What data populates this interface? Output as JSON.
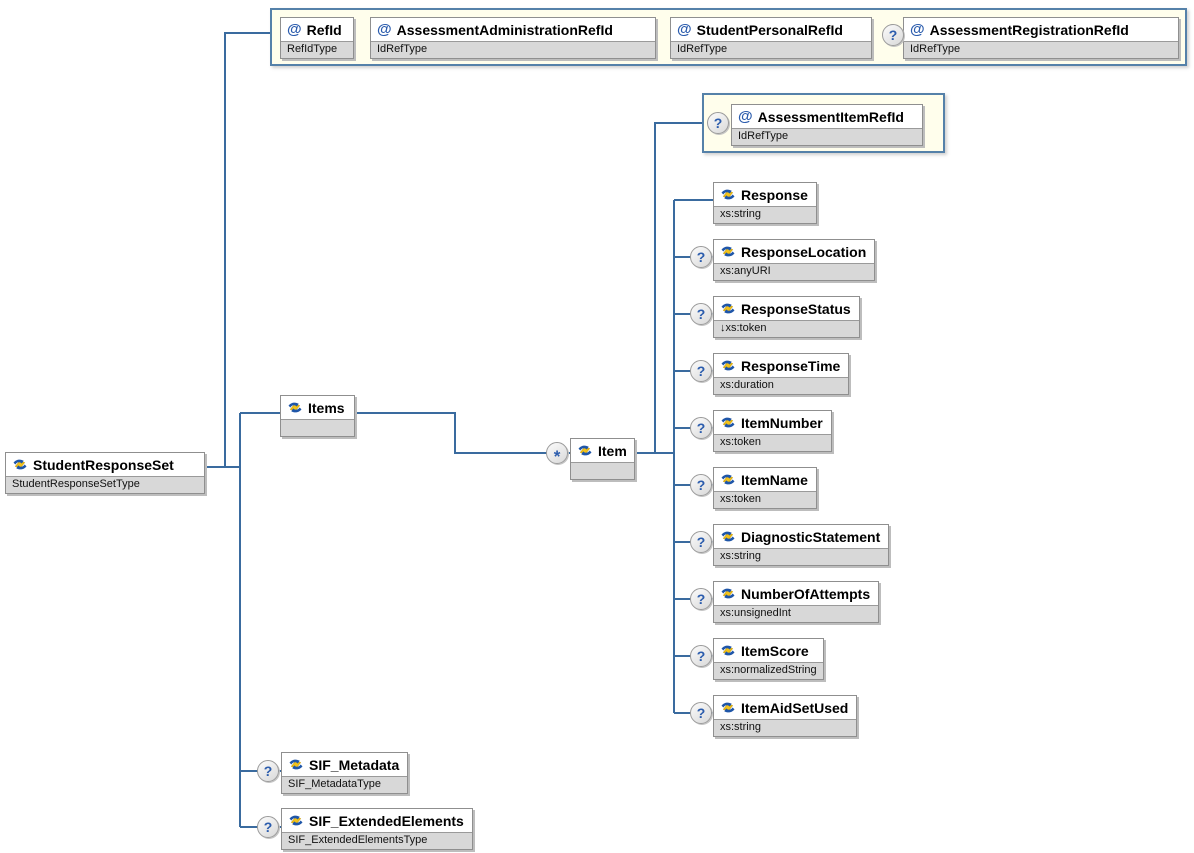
{
  "indicators": {
    "optional": "?",
    "repeat": "*"
  },
  "attribute_marker": "@",
  "root": {
    "name": "StudentResponseSet",
    "type": "StudentResponseSetType"
  },
  "root_attributes": [
    {
      "name": "RefId",
      "type": "RefIdType",
      "optional": false
    },
    {
      "name": "AssessmentAdministrationRefId",
      "type": "IdRefType",
      "optional": false
    },
    {
      "name": "StudentPersonalRefId",
      "type": "IdRefType",
      "optional": false
    },
    {
      "name": "AssessmentRegistrationRefId",
      "type": "IdRefType",
      "optional": true
    }
  ],
  "items_group": {
    "name": "Items"
  },
  "item_element": {
    "name": "Item",
    "occurrence": "*"
  },
  "item_attributes": [
    {
      "name": "AssessmentItemRefId",
      "type": "IdRefType",
      "optional": true
    }
  ],
  "item_children": [
    {
      "name": "Response",
      "type": "xs:string",
      "optional": false
    },
    {
      "name": "ResponseLocation",
      "type": "xs:anyURI",
      "optional": true
    },
    {
      "name": "ResponseStatus",
      "type": "↓xs:token",
      "optional": true
    },
    {
      "name": "ResponseTime",
      "type": "xs:duration",
      "optional": true
    },
    {
      "name": "ItemNumber",
      "type": "xs:token",
      "optional": true
    },
    {
      "name": "ItemName",
      "type": "xs:token",
      "optional": true
    },
    {
      "name": "DiagnosticStatement",
      "type": "xs:string",
      "optional": true
    },
    {
      "name": "NumberOfAttempts",
      "type": "xs:unsignedInt",
      "optional": true
    },
    {
      "name": "ItemScore",
      "type": "xs:normalizedString",
      "optional": true
    },
    {
      "name": "ItemAidSetUsed",
      "type": "xs:string",
      "optional": true
    }
  ],
  "root_children": [
    {
      "name": "SIF_Metadata",
      "type": "SIF_MetadataType",
      "optional": true
    },
    {
      "name": "SIF_ExtendedElements",
      "type": "SIF_ExtendedElementsType",
      "optional": true
    }
  ],
  "colors": {
    "connector": "#3a6b9f",
    "container_fill": "#fffeec",
    "container_border": "#5581a9",
    "type_row_bg": "#d8d8d8",
    "icon_blue": "#1f56a8",
    "icon_yellow": "#f2c21a",
    "marker_blue": "#2b5cad"
  }
}
